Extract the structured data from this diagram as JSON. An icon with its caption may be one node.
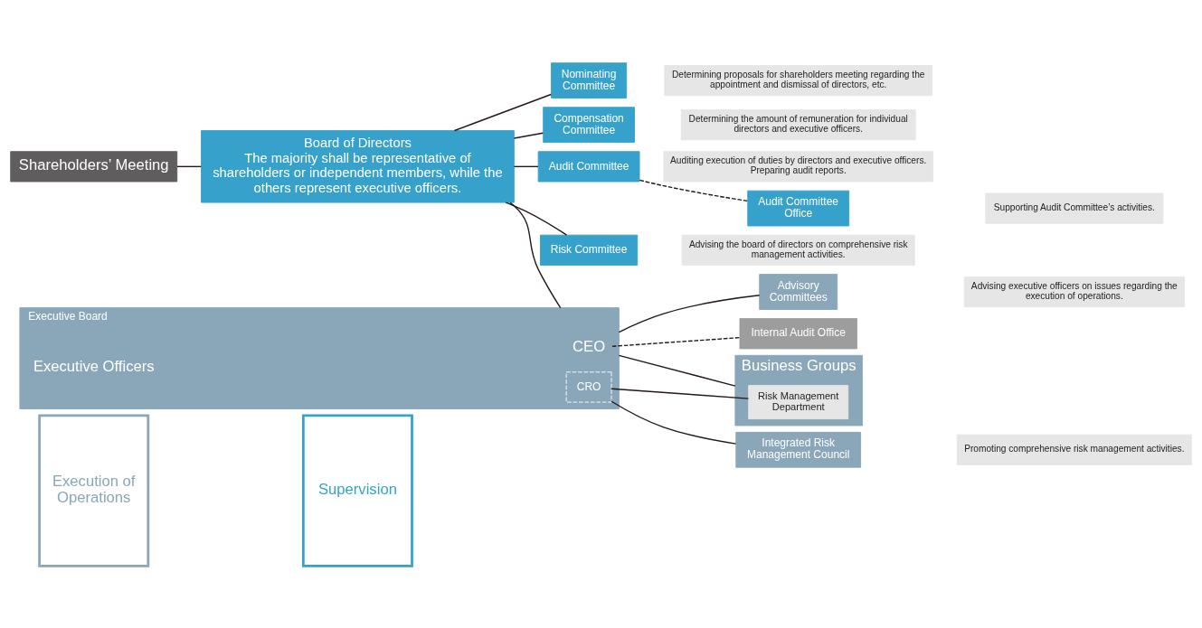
{
  "diagram": {
    "nodes": [
      {
        "text": [
          "Supervision"
        ]
      },
      {
        "text": [
          "Execution of Operations"
        ]
      },
      {
        "text": [
          "Shareholders’ Meeting"
        ]
      },
      {
        "text": [
          "Board of Directors",
          "The majority shall be representative of shareholders or independent members, while the others represent executive officers."
        ]
      },
      {
        "text": [
          "Nominating Committee"
        ]
      },
      {
        "text": [
          "Determining proposals for shareholders meeting regarding the appointment and dismissal of directors, etc."
        ]
      },
      {
        "text": [
          "Compensation Committee"
        ]
      },
      {
        "text": [
          "Determining the amount of remuneration for individual directors and executive officers."
        ]
      },
      {
        "text": [
          "Audit Committee"
        ]
      },
      {
        "text": [
          "Auditing execution of duties by directors and executive officers.",
          "Preparing audit reports."
        ]
      },
      {
        "text": [
          "Audit Committee Office"
        ]
      },
      {
        "text": [
          "Supporting Audit Committee’s activities."
        ]
      },
      {
        "text": [
          "Risk Committee"
        ]
      },
      {
        "text": [
          "Advising the board of directors on comprehensive risk management activities."
        ]
      },
      {
        "text": [
          "Executive Board"
        ]
      },
      {
        "text": [
          "CEO"
        ],
        "in": 14
      },
      {
        "text": [
          "Executive Officers"
        ],
        "in": 14
      },
      {
        "text": [
          "CRO"
        ],
        "in": 14
      },
      {
        "text": [
          "Advisory Committees"
        ]
      },
      {
        "text": [
          "Advising executive officers on issues regarding the execution of operations."
        ]
      },
      {
        "text": [
          "Integrated Risk Management Council"
        ]
      },
      {
        "text": [
          "Promoting comprehensive risk management activities."
        ]
      },
      {
        "text": [
          "Internal Audit Office"
        ]
      },
      {
        "text": [
          "Business Groups"
        ]
      },
      {
        "text": [
          "Risk Management Department"
        ],
        "in": 23
      }
    ],
    "edges": [
      {
        "from": 2,
        "to": 3,
        "arrow": "none"
      },
      {
        "from": 3,
        "to": 4,
        "arrow": "none"
      },
      {
        "from": 3,
        "to": 6,
        "arrow": "none"
      },
      {
        "from": 3,
        "to": 8,
        "arrow": "none"
      },
      {
        "from": 8,
        "to": 10,
        "arrow": "none",
        "style": "dashed"
      },
      {
        "from": 3,
        "to": 12,
        "arrow": "none"
      },
      {
        "from": 3,
        "to": 14,
        "arrow": "none"
      },
      {
        "from": 14,
        "to": 18,
        "arrow": "none"
      },
      {
        "from": 17,
        "to": 20,
        "arrow": "none"
      },
      {
        "from": 17,
        "to": 24,
        "arrow": "none"
      },
      {
        "from": 15,
        "to": 22,
        "arrow": "none",
        "style": "dashed"
      },
      {
        "from": 14,
        "to": 23,
        "arrow": "none"
      }
    ]
  }
}
